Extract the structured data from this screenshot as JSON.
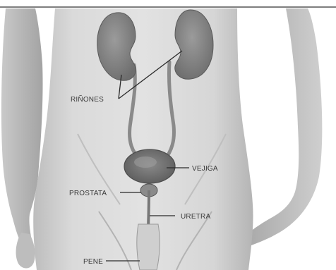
{
  "labels": {
    "kidneys": "RIÑONES",
    "bladder": "VEJIGA",
    "prostate": "PROSTATA",
    "urethra": "URETRA",
    "penis": "PENE"
  },
  "colors": {
    "background": "#ffffff",
    "skin": "#d3d3d3",
    "skin_shadow": "#a9a9a9",
    "organ": "#8e8e8e",
    "organ_dark": "#5f5f5f",
    "leader_line": "#2b2b2b",
    "label_text": "#3a3a3a"
  }
}
